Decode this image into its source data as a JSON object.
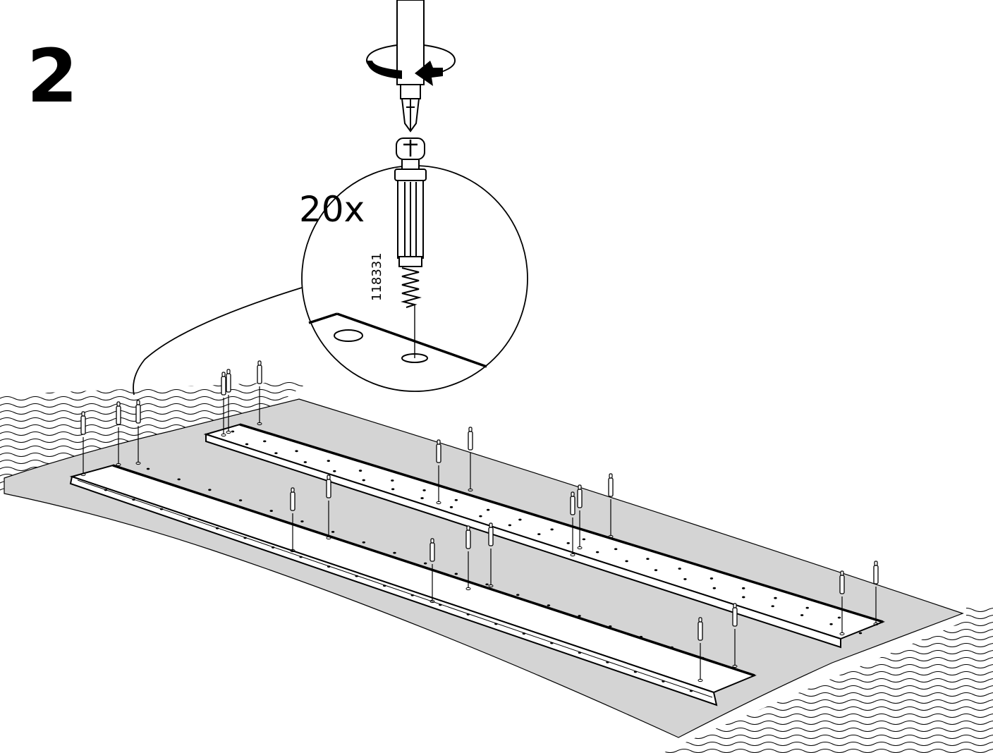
{
  "step": {
    "number": "2"
  },
  "callout": {
    "quantity": "20x",
    "part_number": "118331"
  },
  "parts": {
    "fasteners_total": 20,
    "panels": 2
  },
  "icons": {
    "rotation": "clockwise-rotation-arrow-icon",
    "tool": "phillips-screwdriver-icon",
    "fastener": "cam-lock-dowel-icon"
  },
  "colors": {
    "ink": "#000000",
    "mat": "#d4d4d4",
    "panel": "#ffffff"
  }
}
